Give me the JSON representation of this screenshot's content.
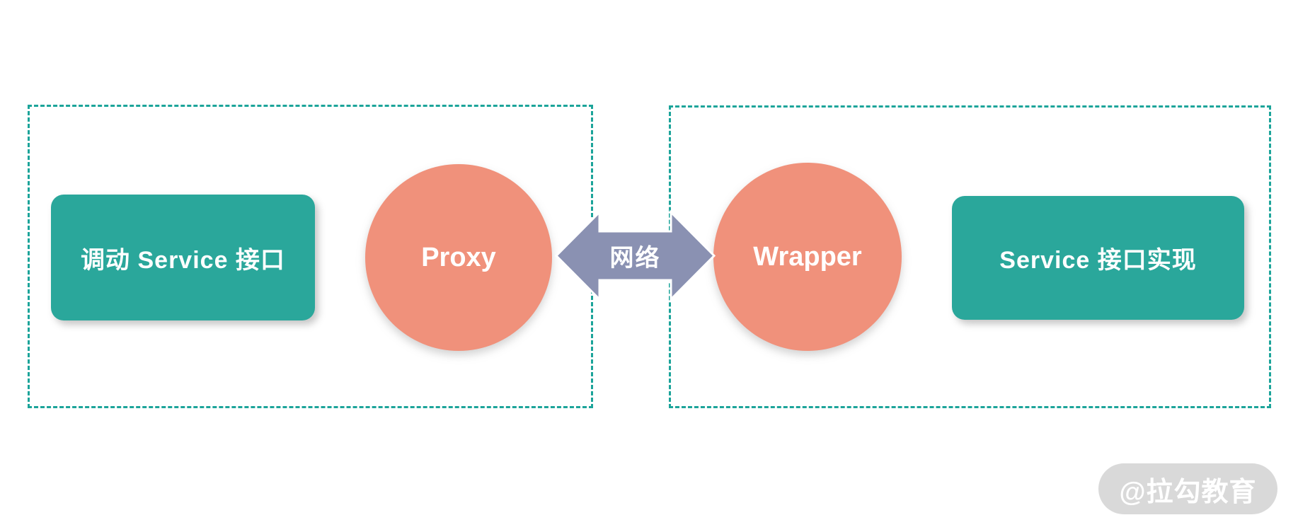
{
  "diagram": {
    "kind": "rpc-proxy-wrapper-network-diagram",
    "nodes": {
      "caller": {
        "label": "调动 Service 接口"
      },
      "proxy": {
        "label": "Proxy"
      },
      "network": {
        "label": "网络"
      },
      "wrapper": {
        "label": "Wrapper"
      },
      "impl": {
        "label": "Service 接口实现"
      }
    }
  },
  "watermark": {
    "label": "@拉勾教育"
  },
  "colors": {
    "teal": "#2AA79B",
    "dash": "#1CA49A",
    "salmon": "#F0917B",
    "arrow": "#8A91B2",
    "watermark-bg": "#D6D6D6",
    "text": "#FFFFFF"
  }
}
